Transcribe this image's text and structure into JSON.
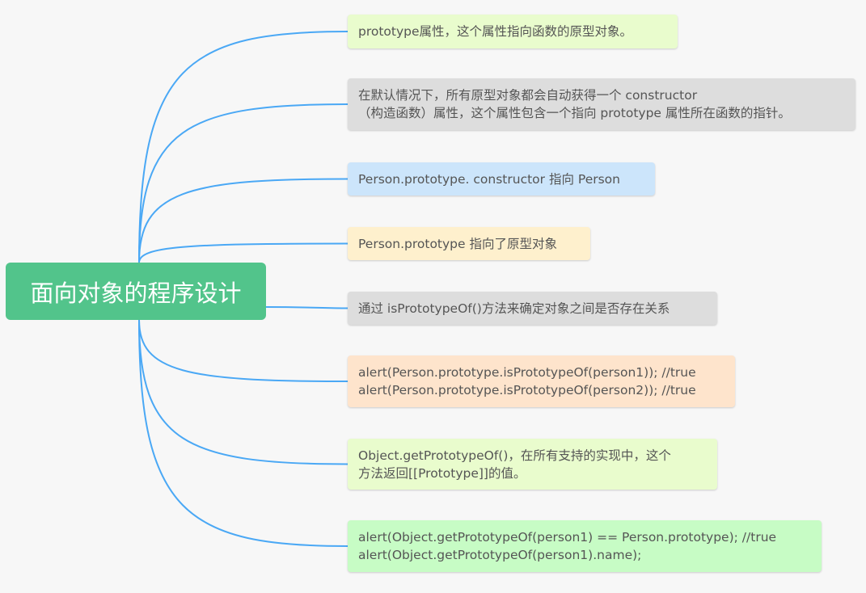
{
  "root": {
    "label": "面向对象的程序设计",
    "color": "#52c48b"
  },
  "line_color": "#4aa8f5",
  "nodes": [
    {
      "lines": [
        "prototype属性，这个属性指向函数的原型对象。"
      ],
      "color": "#e9fccd"
    },
    {
      "lines": [
        "在默认情况下，所有原型对象都会自动获得一个 constructor",
        "（构造函数）属性，这个属性包含一个指向 prototype 属性所在函数的指针。"
      ],
      "color": "#dddddd"
    },
    {
      "lines": [
        "Person.prototype. constructor 指向 Person"
      ],
      "color": "#cce5fb"
    },
    {
      "lines": [
        "Person.prototype 指向了原型对象"
      ],
      "color": "#fef0cd"
    },
    {
      "lines": [
        "通过 isPrototypeOf()方法来确定对象之间是否存在关系"
      ],
      "color": "#dddddd"
    },
    {
      "lines": [
        "alert(Person.prototype.isPrototypeOf(person1)); //true",
        "alert(Person.prototype.isPrototypeOf(person2)); //true"
      ],
      "color": "#fee4cc"
    },
    {
      "lines": [
        "Object.getPrototypeOf()，在所有支持的实现中，这个",
        "方法返回[[Prototype]]的值。"
      ],
      "color": "#e9fccd"
    },
    {
      "lines": [
        "alert(Object.getPrototypeOf(person1) == Person.prototype); //true",
        "alert(Object.getPrototypeOf(person1).name);"
      ],
      "color": "#c7fcc5"
    }
  ]
}
